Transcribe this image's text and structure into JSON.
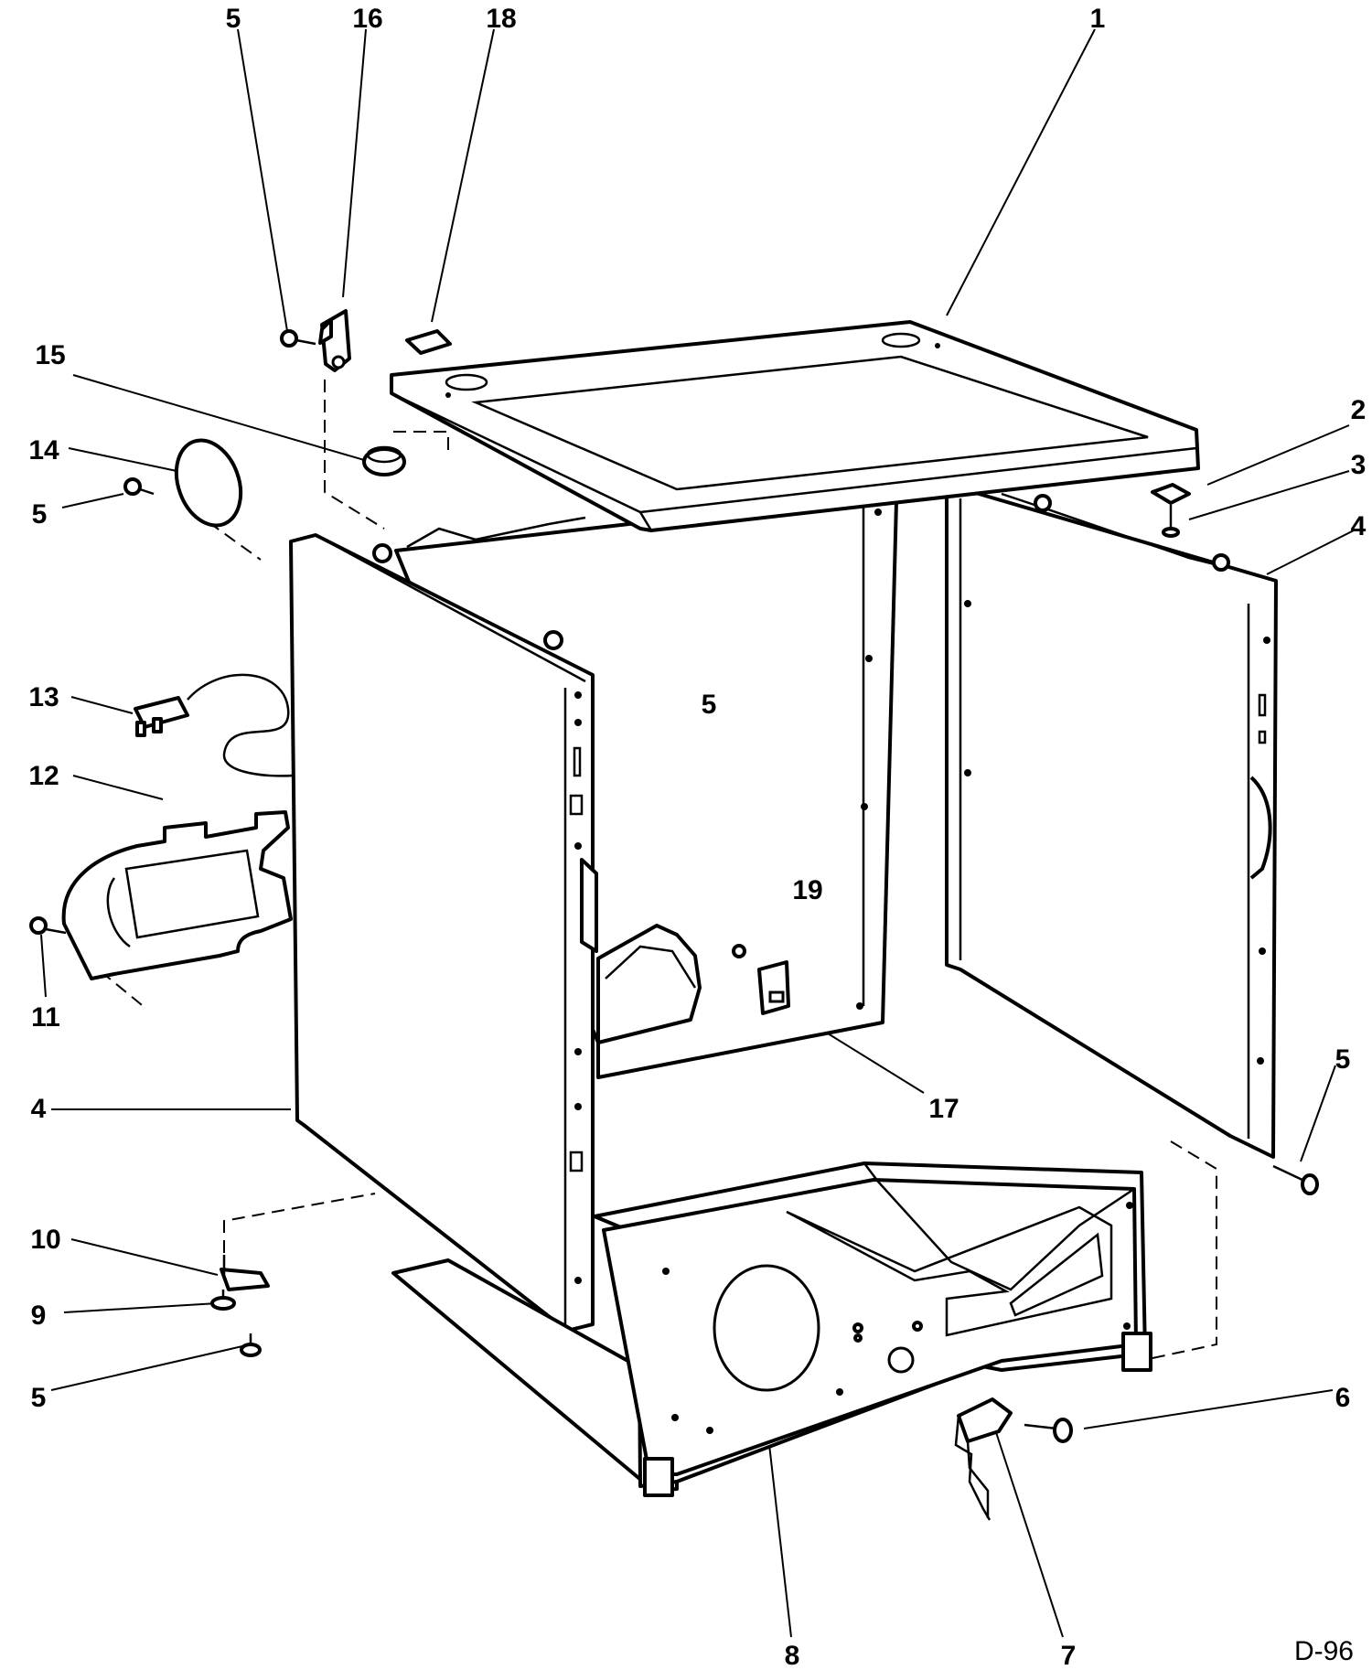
{
  "labels": {
    "p1": "1",
    "p2": "2",
    "p3": "3",
    "p4_right": "4",
    "p4_left": "4",
    "p5_top": "5",
    "p5_left": "5",
    "p5_center": "5",
    "p5_right": "5",
    "p5_bottom": "5",
    "p6": "6",
    "p7": "7",
    "p8": "8",
    "p9": "9",
    "p10": "10",
    "p11": "11",
    "p12": "12",
    "p13": "13",
    "p14": "14",
    "p15": "15",
    "p16": "16",
    "p17": "17",
    "p18": "18",
    "p19": "19"
  },
  "diagram_code": "D-96"
}
